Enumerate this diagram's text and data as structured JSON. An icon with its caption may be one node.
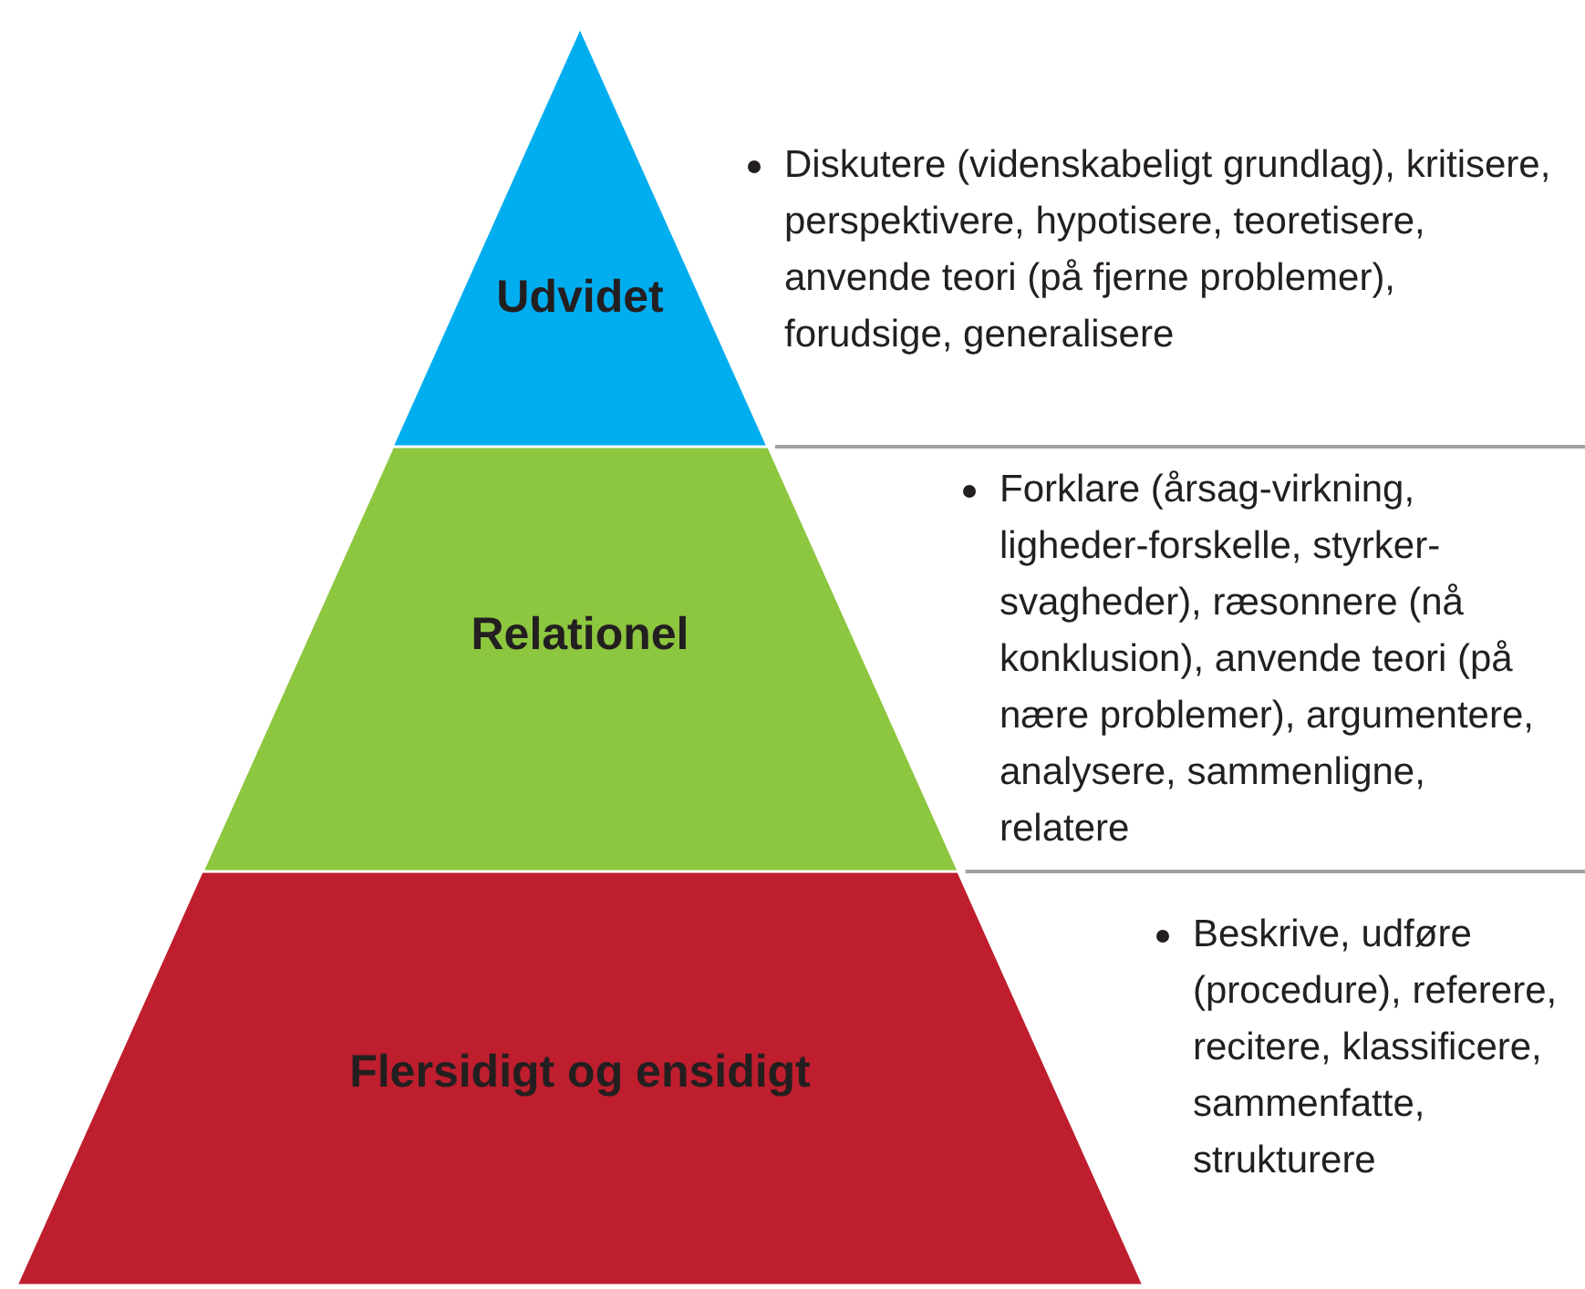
{
  "diagram": {
    "nodes": [
      {
        "text": [
          "Udvidet"
        ],
        "beside": [
          "Diskutere (videnskabeligt grundlag), kritisere, perspektivere, hypotisere, teoretisere, anvende teori (på fjerne problemer), forudsige, generalisere"
        ]
      },
      {
        "text": [
          "Relationel"
        ],
        "beside": [
          "Forklare (årsag-virkning, ligheder-forskelle, styrker-svagheder), ræsonnere (nå konklusion), anvende teori (på nære problemer), argumentere, analysere, sammenligne, relatere"
        ]
      },
      {
        "text": [
          "Flersidigt og ensidigt"
        ],
        "beside": [
          "Beskrive, udføre (procedure), referere, recitere, klassificere, sammenfatte, strukturere"
        ]
      }
    ]
  }
}
